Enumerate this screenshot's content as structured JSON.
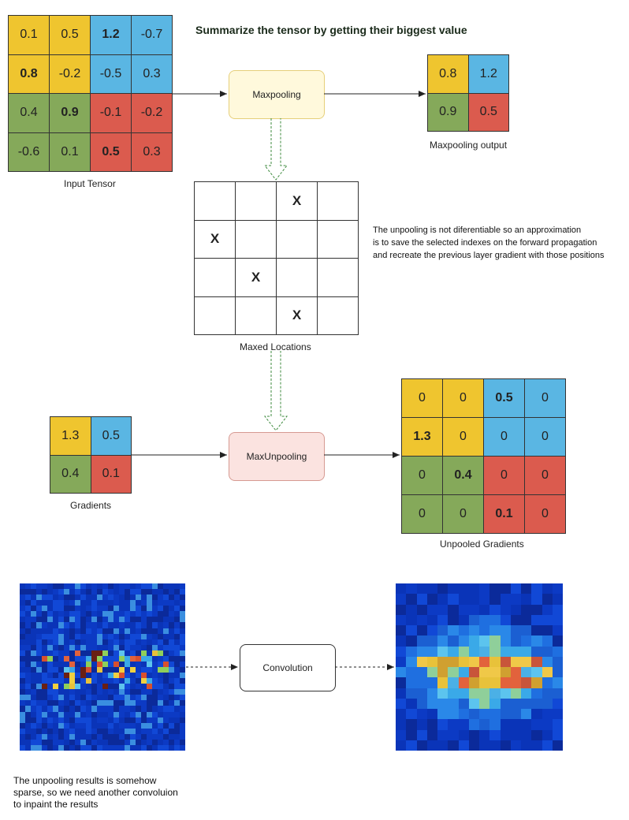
{
  "title": "Summarize the tensor by getting their biggest value",
  "input_tensor": {
    "caption": "Input Tensor",
    "cells": [
      {
        "v": "0.1",
        "c": "y",
        "bold": false
      },
      {
        "v": "0.5",
        "c": "y",
        "bold": false
      },
      {
        "v": "1.2",
        "c": "b",
        "bold": true
      },
      {
        "v": "-0.7",
        "c": "b",
        "bold": false
      },
      {
        "v": "0.8",
        "c": "y",
        "bold": true
      },
      {
        "v": "-0.2",
        "c": "y",
        "bold": false
      },
      {
        "v": "-0.5",
        "c": "b",
        "bold": false
      },
      {
        "v": "0.3",
        "c": "b",
        "bold": false
      },
      {
        "v": "0.4",
        "c": "g",
        "bold": false
      },
      {
        "v": "0.9",
        "c": "g",
        "bold": true
      },
      {
        "v": "-0.1",
        "c": "r",
        "bold": false
      },
      {
        "v": "-0.2",
        "c": "r",
        "bold": false
      },
      {
        "v": "-0.6",
        "c": "g",
        "bold": false
      },
      {
        "v": "0.1",
        "c": "g",
        "bold": false
      },
      {
        "v": "0.5",
        "c": "r",
        "bold": true
      },
      {
        "v": "0.3",
        "c": "r",
        "bold": false
      }
    ]
  },
  "maxpooling_box": {
    "label": "Maxpooling"
  },
  "maxpooling_output": {
    "caption": "Maxpooling output",
    "cells": [
      {
        "v": "0.8",
        "c": "y"
      },
      {
        "v": "1.2",
        "c": "b"
      },
      {
        "v": "0.9",
        "c": "g"
      },
      {
        "v": "0.5",
        "c": "r"
      }
    ]
  },
  "maxed_locations": {
    "caption": "Maxed Locations",
    "cells": [
      "",
      "",
      "X",
      "",
      "X",
      "",
      "",
      "",
      "",
      "X",
      "",
      "",
      "",
      "",
      "X",
      ""
    ]
  },
  "unpooling_note": [
    "The unpooling is not diferentiable so an approximation",
    "is to save the selected indexes on the forward propagation",
    "and recreate the previous layer gradient with those positions"
  ],
  "gradients": {
    "caption": "Gradients",
    "cells": [
      {
        "v": "1.3",
        "c": "y"
      },
      {
        "v": "0.5",
        "c": "b"
      },
      {
        "v": "0.4",
        "c": "g"
      },
      {
        "v": "0.1",
        "c": "r"
      }
    ]
  },
  "maxunpooling_box": {
    "label": "MaxUnpooling"
  },
  "unpooled_gradients": {
    "caption": "Unpooled Gradients",
    "cells": [
      {
        "v": "0",
        "c": "y",
        "bold": false
      },
      {
        "v": "0",
        "c": "y",
        "bold": false
      },
      {
        "v": "0.5",
        "c": "b",
        "bold": true
      },
      {
        "v": "0",
        "c": "b",
        "bold": false
      },
      {
        "v": "1.3",
        "c": "y",
        "bold": true
      },
      {
        "v": "0",
        "c": "y",
        "bold": false
      },
      {
        "v": "0",
        "c": "b",
        "bold": false
      },
      {
        "v": "0",
        "c": "b",
        "bold": false
      },
      {
        "v": "0",
        "c": "g",
        "bold": false
      },
      {
        "v": "0.4",
        "c": "g",
        "bold": true
      },
      {
        "v": "0",
        "c": "r",
        "bold": false
      },
      {
        "v": "0",
        "c": "r",
        "bold": false
      },
      {
        "v": "0",
        "c": "g",
        "bold": false
      },
      {
        "v": "0",
        "c": "g",
        "bold": false
      },
      {
        "v": "0.1",
        "c": "r",
        "bold": true
      },
      {
        "v": "0",
        "c": "r",
        "bold": false
      }
    ]
  },
  "convolution_box": {
    "label": "Convolution"
  },
  "bottom_note": [
    "The unpooling results is somehow",
    "sparse, so we need another convoluion",
    "to inpaint the results"
  ],
  "colors": {
    "yellow": "#efc52f",
    "blue": "#5ab6e3",
    "green": "#85a95a",
    "red": "#db5b4e"
  }
}
